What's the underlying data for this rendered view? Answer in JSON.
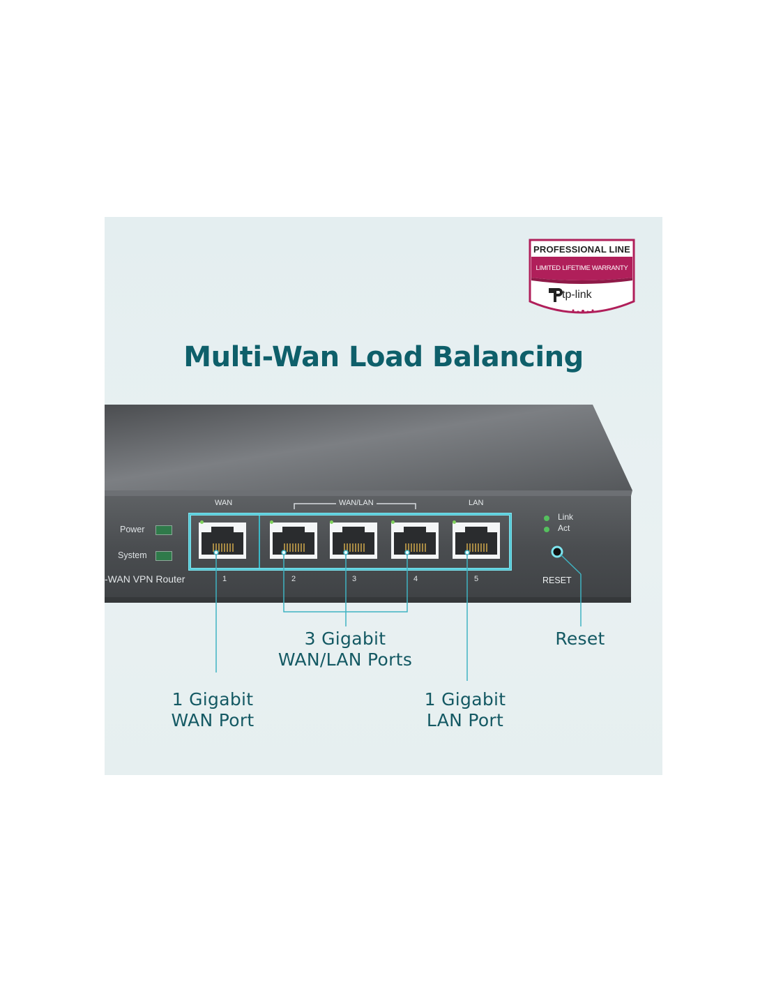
{
  "headline": "Multi-Wan Load Balancing",
  "badge": {
    "title": "PROFESSIONAL LINE",
    "subtitle": "LIMITED LIFETIME WARRANTY",
    "brand": "tp-link"
  },
  "device": {
    "led_labels": [
      "Power",
      "System"
    ],
    "name": "-WAN VPN Router",
    "group_labels": {
      "wan": "WAN",
      "wanlan": "WAN/LAN",
      "lan": "LAN"
    },
    "port_numbers": [
      "1",
      "2",
      "3",
      "4",
      "5"
    ],
    "legend": {
      "link": "Link",
      "act": "Act"
    },
    "reset": "RESET"
  },
  "callouts": {
    "wanlan": [
      "3 Gigabit",
      "WAN/LAN Ports"
    ],
    "reset": "Reset",
    "wan": [
      "1 Gigabit",
      "WAN Port"
    ],
    "lan": [
      "1 Gigabit",
      "LAN Port"
    ]
  },
  "colors": {
    "panel": "#e6eff0",
    "headline": "#0e5f6a",
    "callout": "#145963",
    "callout_line": "#3fb3c2",
    "badge": "#b01f5a",
    "led_green": "#55c05e"
  }
}
